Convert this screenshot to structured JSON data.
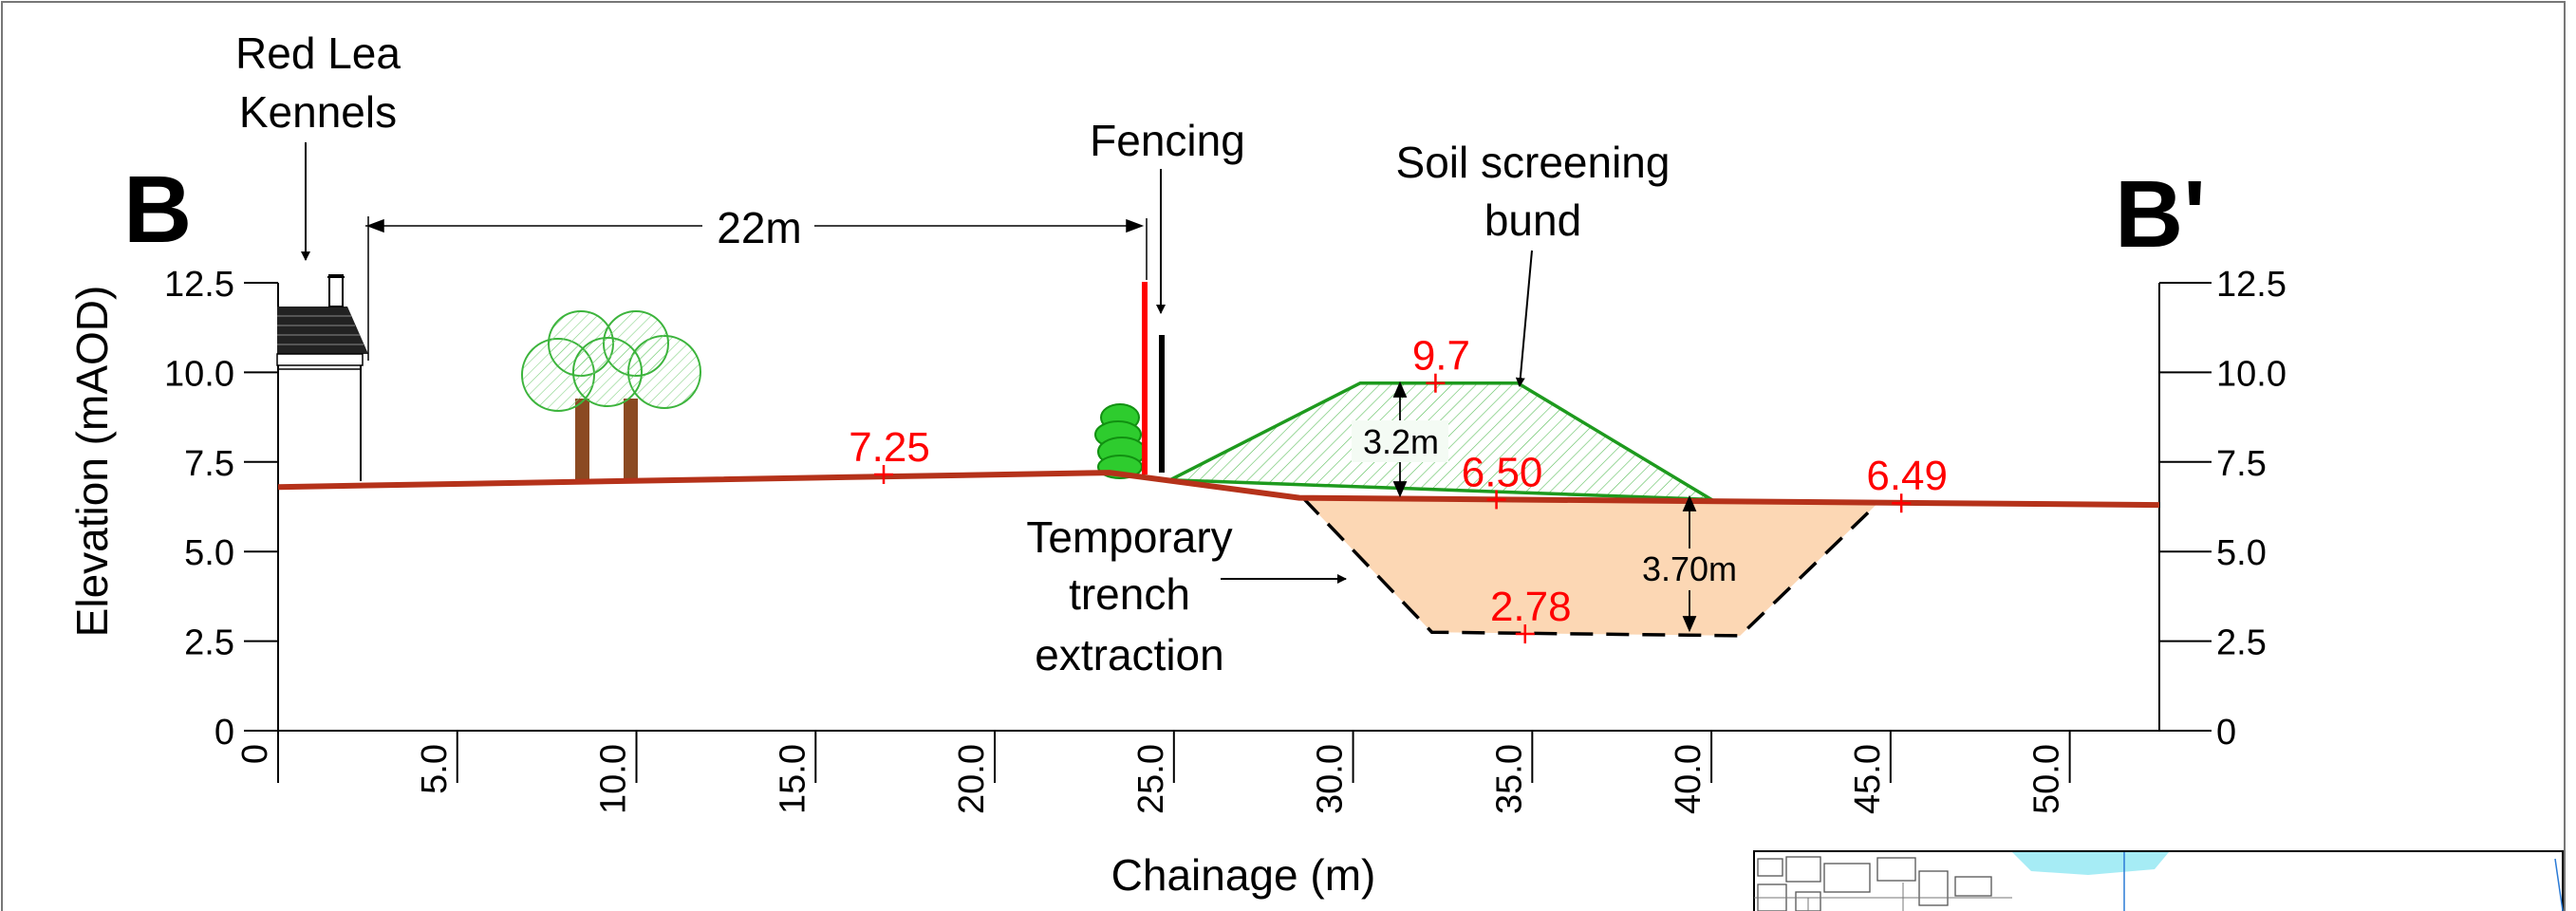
{
  "section": {
    "label_left": "B",
    "label_right": "B'",
    "xlabel": "Chainage (m)",
    "ylabel": "Elevation (mAOD)"
  },
  "annotations": {
    "kennels_line1": "Red Lea",
    "kennels_line2": "Kennels",
    "distance": "22m",
    "fencing": "Fencing",
    "bund_line1": "Soil screening",
    "bund_line2": "bund",
    "trench_line1": "Temporary",
    "trench_line2": "trench",
    "trench_line3": "extraction",
    "bund_height": "3.2m",
    "trench_depth": "3.70m"
  },
  "chart_data": {
    "type": "line",
    "title": "",
    "xlabel": "Chainage (m)",
    "ylabel": "Elevation (mAOD)",
    "xlim": [
      0,
      52.5
    ],
    "ylim": [
      0,
      12.5
    ],
    "x_ticks": [
      "0",
      "5.0",
      "10.0",
      "15.0",
      "20.0",
      "25.0",
      "30.0",
      "35.0",
      "40.0",
      "45.0",
      "50.0"
    ],
    "y_ticks_left": [
      "0",
      "2.5",
      "5.0",
      "7.5",
      "10.0",
      "12.5"
    ],
    "y_ticks_right": [
      "0",
      "2.5",
      "5.0",
      "7.5",
      "10.0",
      "12.5"
    ],
    "series": [
      {
        "kind": "ground",
        "color": "#b5321a",
        "x": [
          0,
          23.2,
          28.5,
          52.5
        ],
        "y": [
          6.8,
          7.2,
          6.5,
          6.3
        ]
      },
      {
        "kind": "bund",
        "color": "#1e9a1e",
        "x": [
          24.9,
          30.2,
          34.6,
          40.0
        ],
        "y": [
          7.0,
          9.7,
          9.7,
          6.45
        ]
      },
      {
        "kind": "trench",
        "color": "#000000",
        "x": [
          28.6,
          32.2,
          40.8,
          44.7
        ],
        "y": [
          6.5,
          2.75,
          2.65,
          6.4
        ]
      }
    ],
    "spot_levels": [
      {
        "label": "7.25",
        "x": 16.9,
        "y": 7.15
      },
      {
        "label": "9.7",
        "x": 32.3,
        "y": 9.7
      },
      {
        "label": "6.50",
        "x": 34.0,
        "y": 6.45
      },
      {
        "label": "2.78",
        "x": 34.8,
        "y": 2.7
      },
      {
        "label": "6.49",
        "x": 45.3,
        "y": 6.35
      }
    ],
    "grid": false,
    "colors": {
      "ground": "#b5321a",
      "bund": "#1e9a1e",
      "trench_fill": "#fcd7b4",
      "spot_level": "#ff0000",
      "fence": "#ff0000"
    }
  }
}
